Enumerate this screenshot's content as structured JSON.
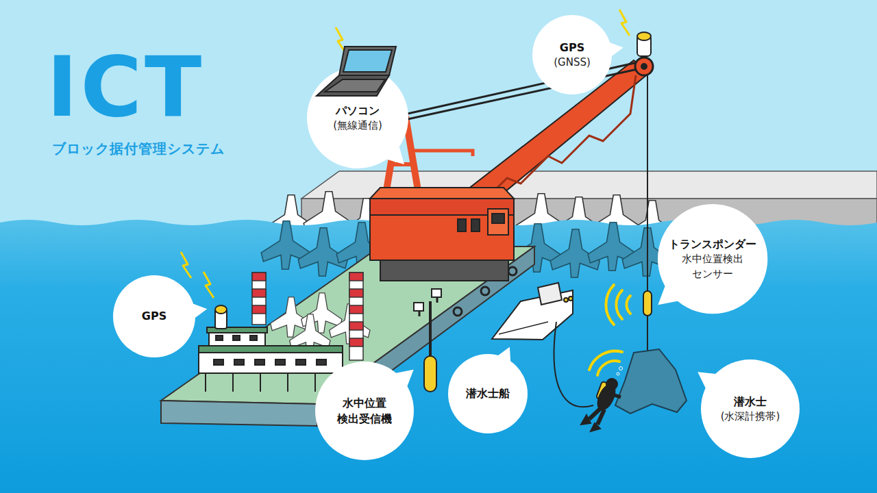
{
  "diagram": {
    "title": "ICT",
    "caption": "ブロック据付管理システム",
    "nodes": [
      {
        "text": [
          "GPS",
          "(GNSS)"
        ]
      },
      {
        "text": [
          "パソコン",
          "(無線通信)"
        ]
      },
      {
        "text": [
          "トランスポンダー",
          "水中位置検出 センサー"
        ]
      },
      {
        "text": [
          "GPS"
        ]
      },
      {
        "text": [
          "水中位置 検出受信機"
        ]
      },
      {
        "text": [
          "潜水士船"
        ]
      },
      {
        "text": [
          "潜水士",
          "(水深計携帯)"
        ]
      }
    ]
  }
}
